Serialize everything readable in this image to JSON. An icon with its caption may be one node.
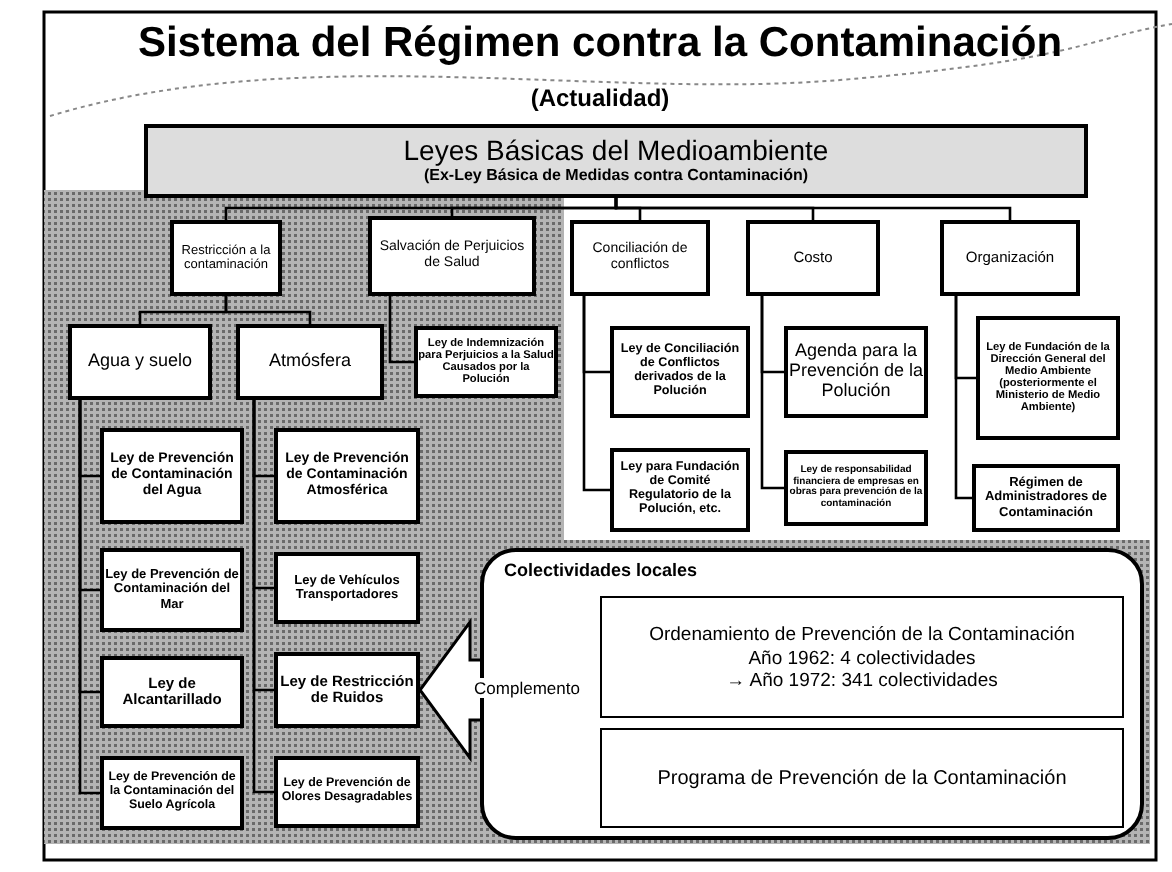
{
  "diagram": {
    "title": "Sistema del Régimen contra la Contaminación",
    "nodes": [
      {
        "text": [
          "Leyes Básicas del Medioambiente",
          "(Ex-Ley Básica de Medidas contra Contaminación)"
        ]
      },
      {
        "text": [
          "Restricción a la contaminación"
        ]
      },
      {
        "text": [
          "Salvación de Perjuicios de Salud"
        ]
      },
      {
        "text": [
          "Conciliación de conflictos"
        ]
      },
      {
        "text": [
          "Costo"
        ]
      },
      {
        "text": [
          "Organización"
        ]
      },
      {
        "text": [
          "Agua y suelo"
        ]
      },
      {
        "text": [
          "Atmósfera"
        ]
      },
      {
        "text": [
          "Ley de Indemnización para Perjuicios a la Salud Causados por la Polución"
        ]
      },
      {
        "text": [
          "Ley de Prevención de Contaminación del Agua"
        ]
      },
      {
        "text": [
          "Ley de Prevención de Contaminación Atmosférica"
        ]
      },
      {
        "text": [
          "Ley de Prevención de Contaminación del Mar"
        ]
      },
      {
        "text": [
          "Ley de Vehículos Transportadores"
        ]
      },
      {
        "text": [
          "Ley de Alcantarillado"
        ]
      },
      {
        "text": [
          "Ley de Restricción de Ruidos"
        ]
      },
      {
        "text": [
          "Ley de Prevención de la Contaminación del Suelo Agrícola"
        ]
      },
      {
        "text": [
          "Ley de Prevención de Olores Desagradables"
        ]
      },
      {
        "text": [
          "Ley de Conciliación de Conflictos derivados de la Polución"
        ]
      },
      {
        "text": [
          "Ley para Fundación de Comité Regulatorio de la Polución, etc."
        ]
      },
      {
        "text": [
          "Agenda para la Prevención de la Polución"
        ]
      },
      {
        "text": [
          "Ley de responsabilidad financiera de empresas en obras para prevención de la contaminación"
        ]
      },
      {
        "text": [
          "Ley de Fundación de la Dirección General del Medio Ambiente (posteriormente el Ministerio de Medio Ambiente)"
        ]
      },
      {
        "text": [
          "Régimen de Administradores de Contaminación"
        ]
      },
      {
        "text": [
          "Colectividades locales"
        ]
      },
      {
        "text": [
          "Ordenamiento de Prevención de la Contaminación",
          "Año 1962: 4 colectividades",
          "→ Año 1972: 341 colectividades"
        ],
        "in": 23
      },
      {
        "text": [
          "Programa de Prevención de la Contaminación"
        ],
        "in": 23
      }
    ],
    "edges": [
      {
        "from": 0,
        "to": 1,
        "arrow": "none"
      },
      {
        "from": 0,
        "to": 2,
        "arrow": "none"
      },
      {
        "from": 0,
        "to": 3,
        "arrow": "none"
      },
      {
        "from": 0,
        "to": 4,
        "arrow": "none"
      },
      {
        "from": 0,
        "to": 5,
        "arrow": "none"
      },
      {
        "from": 1,
        "to": 6,
        "arrow": "none"
      },
      {
        "from": 1,
        "to": 7,
        "arrow": "none"
      },
      {
        "from": 2,
        "to": 8,
        "arrow": "none"
      },
      {
        "from": 6,
        "to": 9,
        "arrow": "none"
      },
      {
        "from": 6,
        "to": 11,
        "arrow": "none"
      },
      {
        "from": 6,
        "to": 13,
        "arrow": "none"
      },
      {
        "from": 6,
        "to": 15,
        "arrow": "none"
      },
      {
        "from": 7,
        "to": 10,
        "arrow": "none"
      },
      {
        "from": 7,
        "to": 12,
        "arrow": "none"
      },
      {
        "from": 7,
        "to": 14,
        "arrow": "none"
      },
      {
        "from": 7,
        "to": 16,
        "arrow": "none"
      },
      {
        "from": 3,
        "to": 17,
        "arrow": "none"
      },
      {
        "from": 3,
        "to": 18,
        "arrow": "none"
      },
      {
        "from": 4,
        "to": 19,
        "arrow": "none"
      },
      {
        "from": 4,
        "to": 20,
        "arrow": "none"
      },
      {
        "from": 5,
        "to": 21,
        "arrow": "none"
      },
      {
        "from": 5,
        "to": 22,
        "arrow": "none"
      },
      {
        "from": 23,
        "to": 14,
        "arrow": "to",
        "label": "Complemento",
        "style": "thick"
      }
    ],
    "labels": [
      "(Actualidad)"
    ]
  }
}
